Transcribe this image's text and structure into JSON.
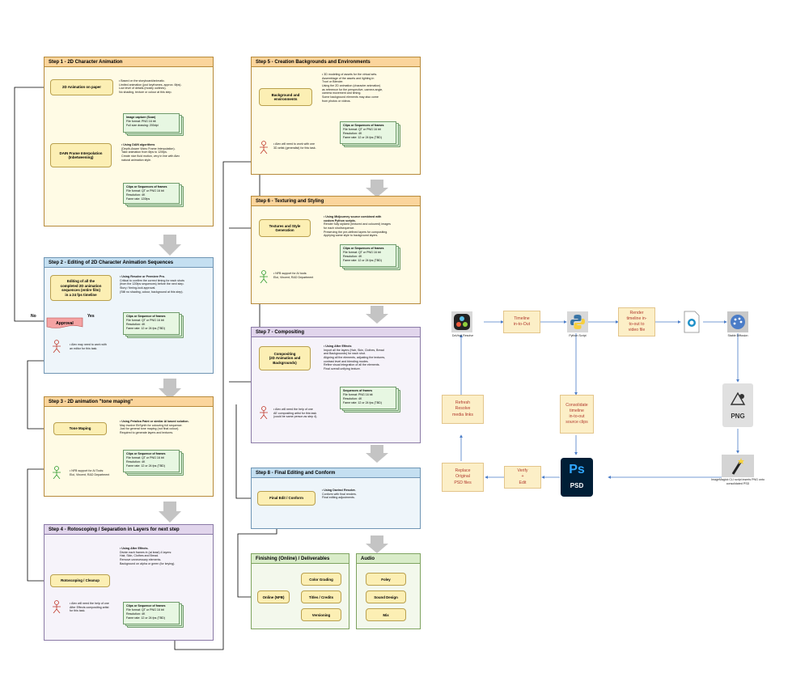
{
  "steps": {
    "s1": {
      "title": "Step 1 - 2D Character Animation"
    },
    "s2": {
      "title": "Step 2 - Editing of 2D Character Animation Sequences"
    },
    "s3": {
      "title": "Step 3 - 2D animation \"tone maping\""
    },
    "s4": {
      "title": "Step 4 - Rotoscoping / Separation in Layers for next step"
    },
    "s5": {
      "title": "Step 5 - Creation Backgrounds and Environments"
    },
    "s6": {
      "title": "Step 6 - Texturing and Styling"
    },
    "s7": {
      "title": "Step 7 - Compositing"
    },
    "s8": {
      "title": "Step 8 - Final Editing and Conform"
    },
    "fin": {
      "title": "Finishing (Online) / Deliverables"
    },
    "aud": {
      "title": "Audio"
    }
  },
  "proc": {
    "paper": "2D Animation on paper",
    "dain": "DAIN Frame Interpolation\n(Inbetweening)",
    "edit": "Editing of all the\ncompleted 2D animation\nsequences (entire film)\nin a 24 fps timeline",
    "tone": "Tone Maping",
    "roto": "Rotoscoping / Cleanup",
    "bg": "Background and\nenvironments",
    "tex": "Textures and Style\nGeneration",
    "comp": "Compositing\n(2D Animation and\nBackgrounds)",
    "final": "Final Edit / Conform",
    "online": "Online (NFB)"
  },
  "notes": {
    "paper": "• Based on the storyboard/animatic.\nLimited animation (just keyframes, approx. 6fps).\nLow level of details (mostly outlines).\nNo shading, texture or colour at this step.",
    "dain_b": "• Using DAIN algorithms",
    "dain": "(Depth-Aware Video Frame Interpolation).\nTake animation from 6fps to 120fps.\nCreate nice fluid motion, very in line with Alex\nnatural animation style.",
    "edit_b": "• Using Resolve or Premiere Pro.",
    "edit": "Critical to confirm the correct timing for each shots\n(from the 120fps sequences) before the next step.\nStory / timing-lock approval.\n(Still no shading, colour, background at this step).",
    "edit_person": "• Alex may need to work with\nan editor for this task.",
    "tone_b": "• Using Petalica Paint or similar AI based solution.",
    "tone": "May involve EbSynth for colouring full sequence.\nJust for general tone maping (not final colour).\nRequired to generate layers and textures.",
    "tone_person": "• NFB support for AI Tools:\nEloi, Vincent, R&D Department",
    "roto_b": "• Using After Effects.",
    "roto": "Divide each frames in (at least) 4 layers:\nHair, Skin, Clothes and Bread.\nRemove unnecessary elements.\nBackground on alpha or green (for keying).",
    "roto_person": "• Alex will need the help of one\nAfter Effects compositing artist\nfor this task.",
    "bg": "• 3D modeling of assets for the virtual sets.\nAssemblage of the assets and lighting in\nTvori or Blender.\nUsing the 2D animation (character animation)\nas reference for the perspective, camera angle,\ncamera movement and timing.\nSome background elements may also come\nfrom photos or videos.",
    "bg_person": "• Alex will need to work with one\n3D artist (generalist) for this task.",
    "tex_b": "• Using Midjourney source combined with\ncustom Python scripts.",
    "tex": "Render fully stylized (textured and coloured) images\nfor each shot/sequence.\nPreserving the pre-defined layers for compositing.\nApplying same style to background layers.",
    "tex_person": "• NFB support for AI tools:\nEloi, Vincent, R&D Department",
    "comp_b": "• Using After Effects",
    "comp": "Import all the layers (Hair, Skin, Clothes, Bread\nand Backgrounds) for each shot.\nAligning all the elements, adjusting the textures,\ncontrast level and blending modes.\nRefine visual integration of all the elements.\nFinal overall unifying texture.",
    "comp_person": "• Alex will need the help of one\nAE compositing artist for this task\n(could be same person as step 4).",
    "final_b": "• Using Davinci Resolve.",
    "final": "Conform with final renders.\nFinal editing adjustments."
  },
  "docs": {
    "d1": {
      "t": "Image capture (Scan)",
      "l": "File format: PNG 16 bit\nFull size drawing: 200dpi"
    },
    "d2": {
      "t": "Clips or Sequences of frames",
      "l": "File format: QT or PNG 16 bit\nResolution: 4K\nFame rate: 120fps"
    },
    "d3": {
      "t": "Clips or Sequence of frames",
      "l": "File format: QT or PNG 16 bit\nResolution: 4K\nFame rate: 12 or 24 fps (TBD)"
    },
    "d4": {
      "t": "Clips or Sequence of frames",
      "l": "File format: QT or PNG 16 bit\nResolution: 4K\nFame rate: 12 or 24 fps (TBD)"
    },
    "d5": {
      "t": "Clips or Sequence of frames",
      "l": "File format: QT or PNG 16 bit\nResolution: 4K\nFame rate: 12 or 24 fps (TBD)"
    },
    "d6": {
      "t": "Clips or Sequences of frames",
      "l": "File format: QT or PNG 16 bit\nResolution: 4K\nFame rate: 12 or 24 fps (TBD)"
    },
    "d7": {
      "t": "Clips or Sequences of frames",
      "l": "File format: QT or PNG 16 bit\nResolution: 4K\nFame rate: 12 or 24 fps (TBD)"
    },
    "d8": {
      "t": "Sequences of frames",
      "l": "File format: PNG 16 bit\nResolution: 4K\nFame rate: 12 or 24 fps (TBD)"
    }
  },
  "approval": {
    "label": "Approval",
    "no": "No",
    "yes": "Yes"
  },
  "finishing": {
    "cg": "Color Grading",
    "tc": "Titles / Credits",
    "ver": "Versioning"
  },
  "audio": {
    "foley": "Foley",
    "sd": "Sound Design",
    "mix": "Mix"
  },
  "workflow": {
    "resolve": "DaVinci Resolve",
    "timeline": "Timeline\nin-to-Out",
    "python": "Python Script",
    "render": "Render\ntimeline in-\nto-out to\nvideo file",
    "sd": "Stable Diffusion",
    "png": "PNG",
    "consolidate": "Consolidate\ntimeline\nin-to-out\nsource clips",
    "refresh": "Refresh\nResolve\nmedia links",
    "replace": "Replace\nOriginal\nPSD files",
    "verify": "Verify\n+\nEdit",
    "ps": "Ps",
    "psd": "PSD",
    "imagemagick": "ImageMagick\nCLI script\ninserts PNG onto\nconsolidated PSD"
  },
  "colors": {
    "accent_arrow": "#4a7cc7",
    "grey_arrow": "#c4c4c4",
    "ps_blue": "#31a8ff",
    "ps_bg": "#001e36"
  }
}
